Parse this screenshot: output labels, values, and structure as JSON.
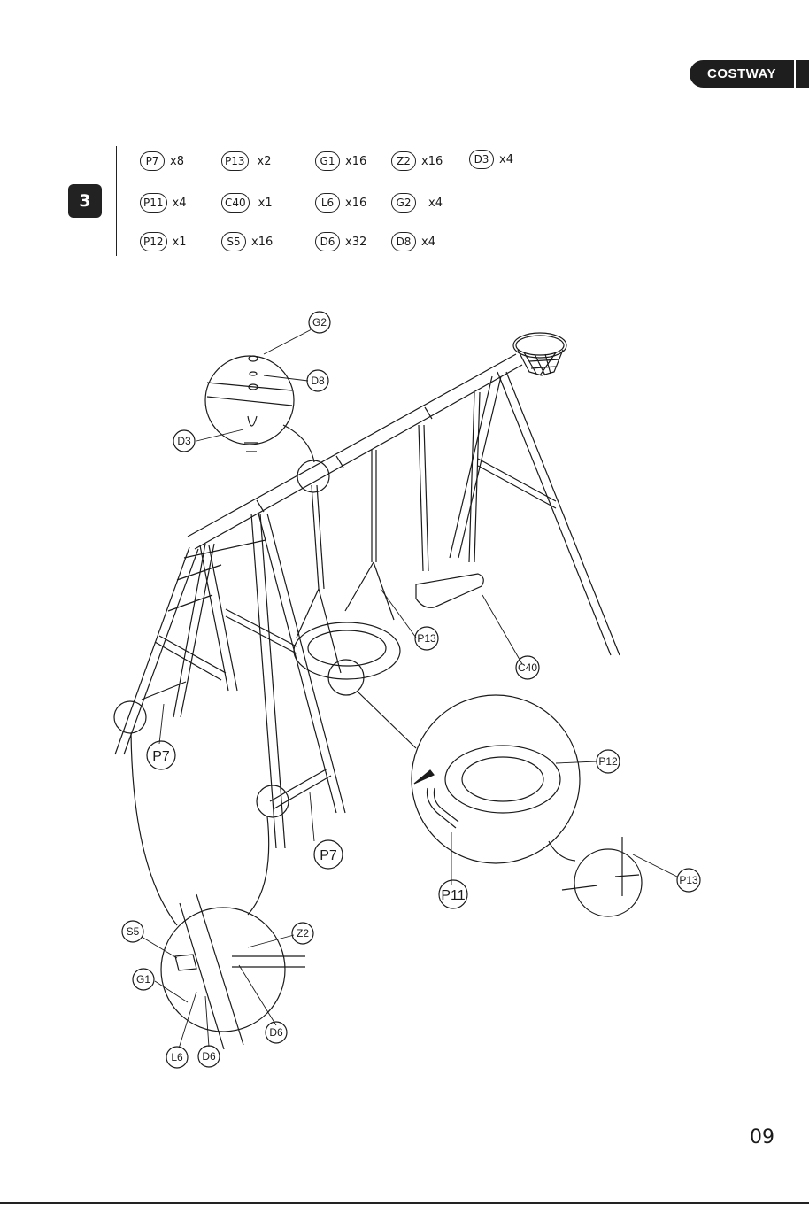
{
  "brand": "COSTWAY",
  "step_number": "3",
  "parts": [
    {
      "code": "P7",
      "qty": "x8"
    },
    {
      "code": "P13",
      "qty": "x2"
    },
    {
      "code": "G1",
      "qty": "x16"
    },
    {
      "code": "Z2",
      "qty": "x16"
    },
    {
      "code": "D3",
      "qty": "x4"
    },
    {
      "code": "P11",
      "qty": "x4"
    },
    {
      "code": "C40",
      "qty": "x1"
    },
    {
      "code": "L6",
      "qty": "x16"
    },
    {
      "code": "G2",
      "qty": "x4"
    },
    {
      "code": "P12",
      "qty": "x1"
    },
    {
      "code": "S5",
      "qty": "x16"
    },
    {
      "code": "D6",
      "qty": "x32"
    },
    {
      "code": "D8",
      "qty": "x4"
    }
  ],
  "callouts": {
    "g2": "G2",
    "d8": "D8",
    "d3": "D3",
    "p13_main": "P13",
    "c40": "C40",
    "p7_left": "P7",
    "p7_right": "P7",
    "p12": "P12",
    "p11": "P11",
    "p13_detail": "P13",
    "s5": "S5",
    "z2": "Z2",
    "g1": "G1",
    "d6_right": "D6",
    "l6": "L6",
    "d6_left": "D6"
  },
  "page_number": "09"
}
